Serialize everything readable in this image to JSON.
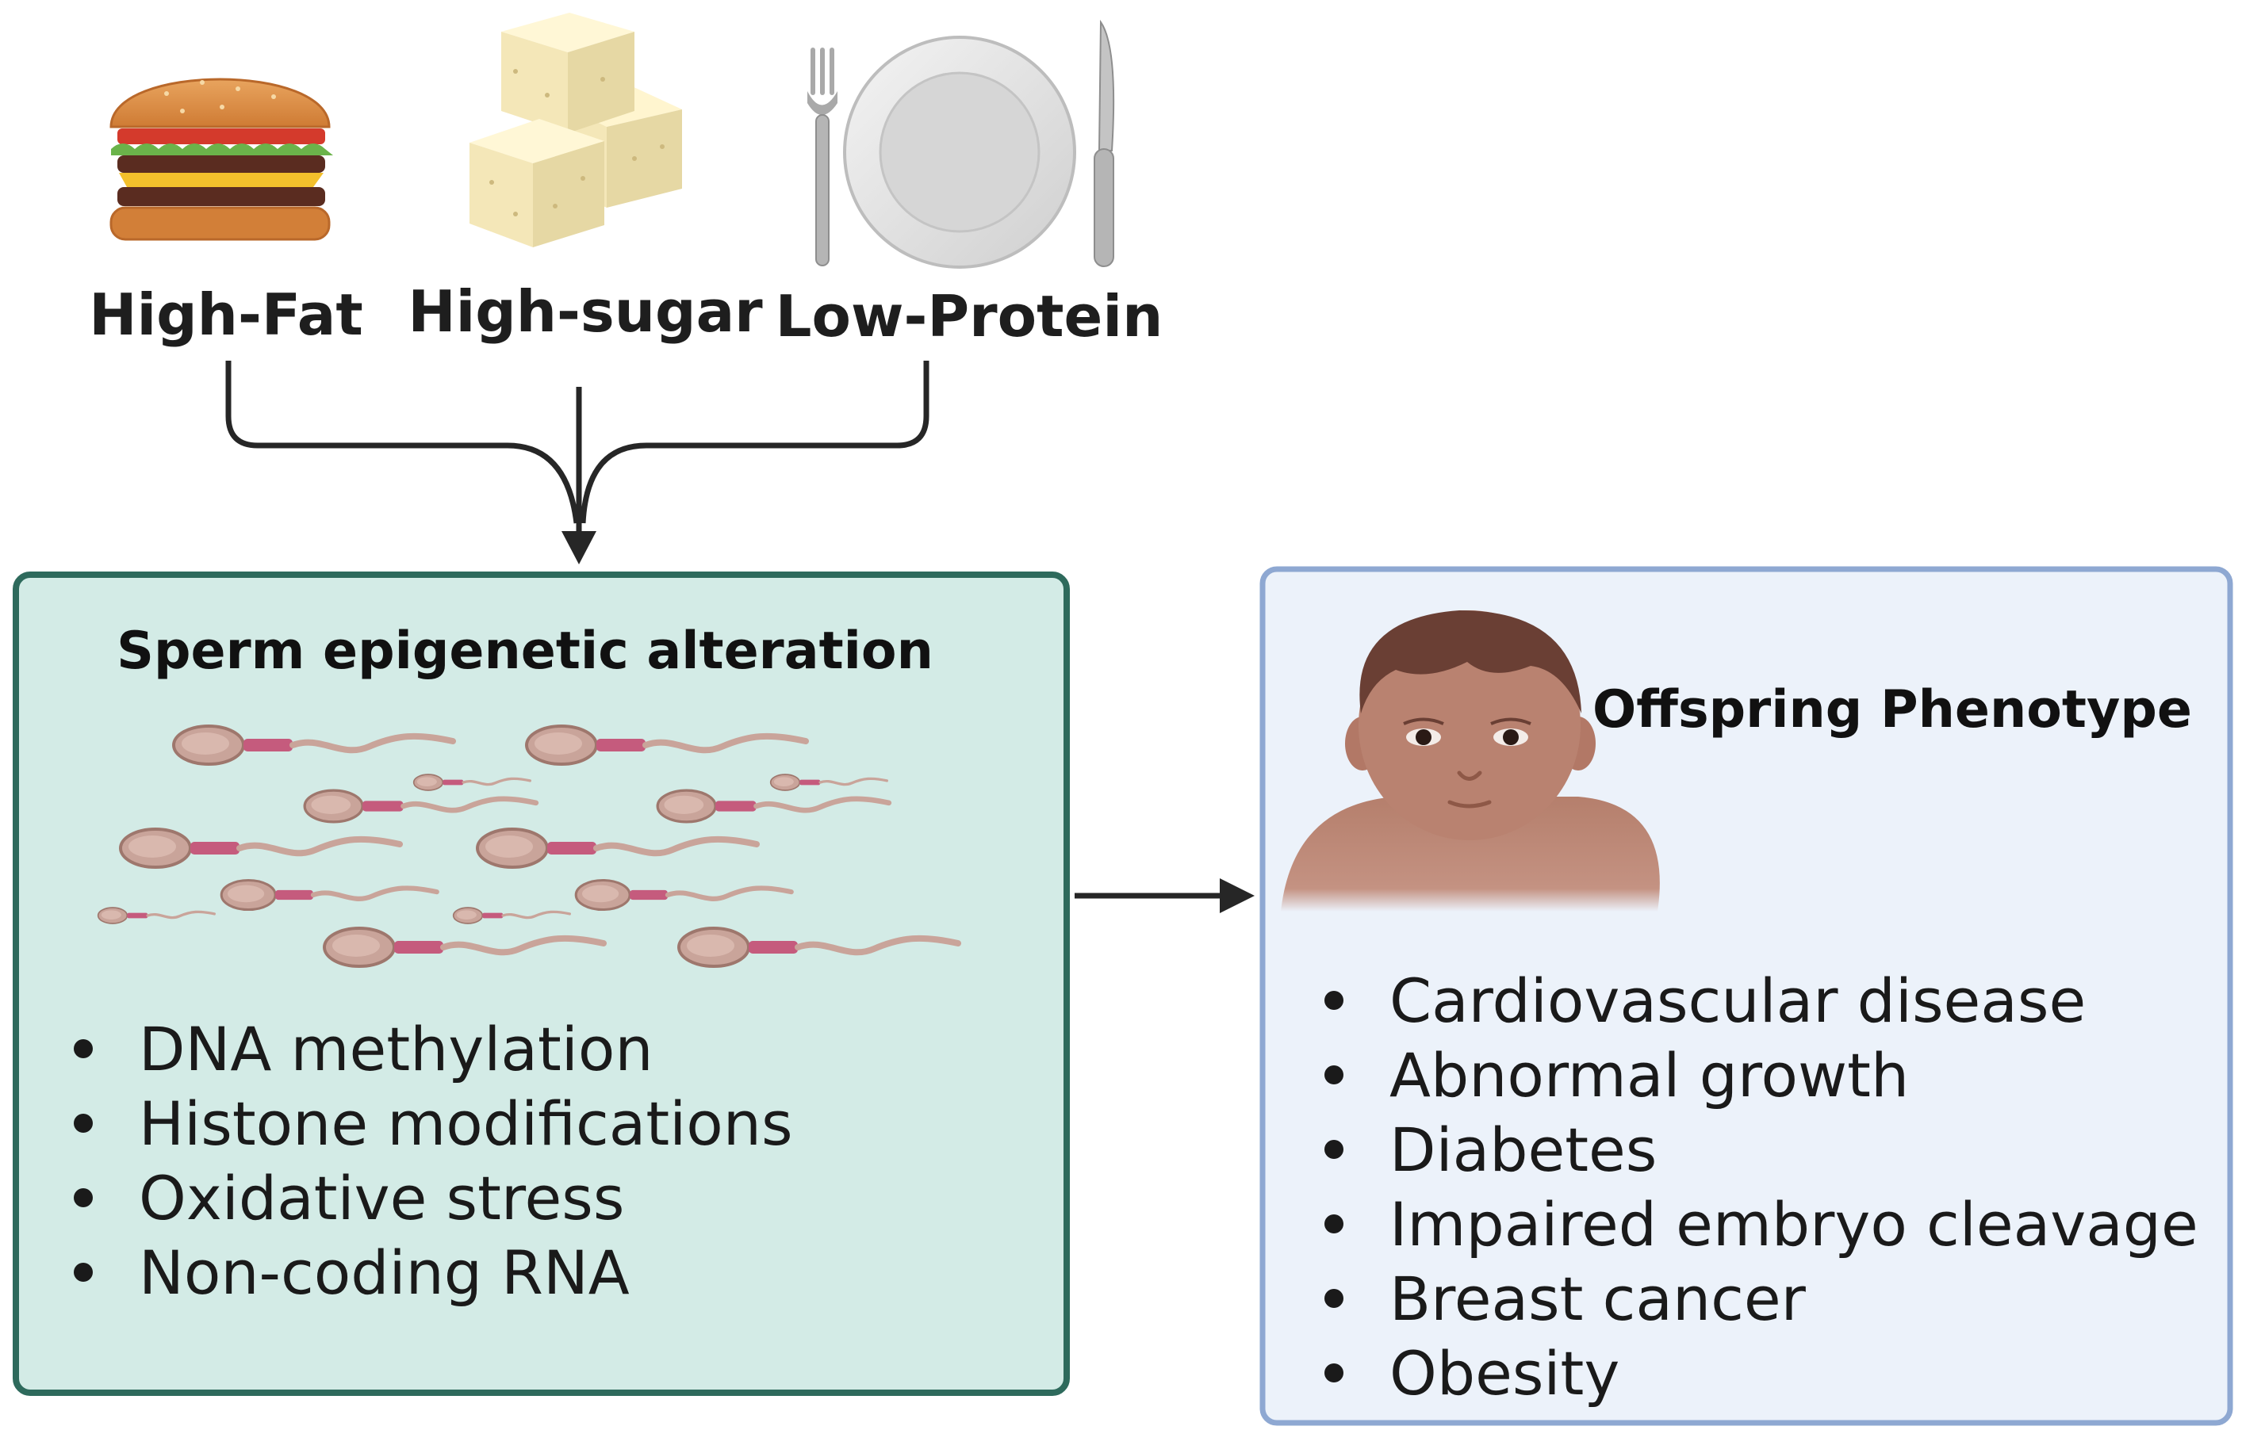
{
  "diets": [
    {
      "label": "High-Fat",
      "icon": "burger-icon"
    },
    {
      "label": "High-sugar",
      "icon": "sugar-cubes-icon"
    },
    {
      "label": "Low-Protein",
      "icon": "plate-fork-knife-icon"
    }
  ],
  "sperm_box": {
    "title": "Sperm epigenetic alteration",
    "items": [
      "DNA methylation",
      "Histone modifications",
      "Oxidative stress",
      "Non-coding RNA"
    ],
    "icon": "sperm-cells-icon"
  },
  "offspring_box": {
    "title": "Offspring Phenotype",
    "items": [
      "Cardiovascular disease",
      "Abnormal growth",
      "Diabetes",
      "Impaired embryo cleavage",
      "Breast cancer",
      "Obesity"
    ],
    "icon": "baby-icon"
  },
  "colors": {
    "sperm_box_fill": "#d3ebe6",
    "sperm_box_border": "#2e6a5c",
    "offspring_box_fill": "#ecf2fa",
    "offspring_box_border": "#8ea8d2",
    "arrow": "#262626"
  }
}
